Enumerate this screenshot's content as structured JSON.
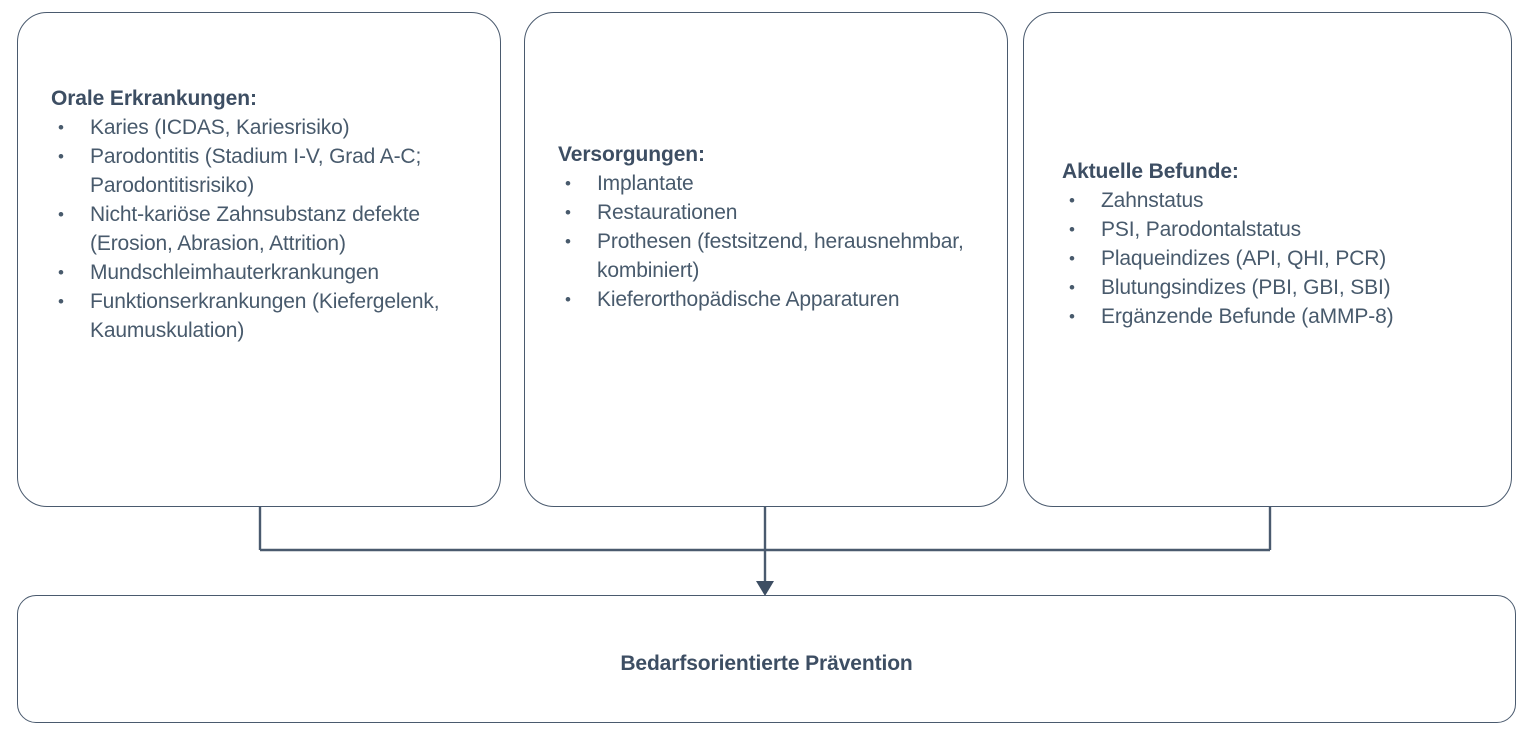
{
  "diagram": {
    "title_implicit": "Bedarfsorientierte Prävention Flussdiagramm",
    "accent_color": "#4a5a6e",
    "text_color": "#485a6c",
    "heading_color": "#3d4e63",
    "background_color": "#ffffff"
  },
  "boxes": [
    {
      "id": "oral-diseases",
      "title": "Orale Erkrankungen:",
      "items": [
        "Karies (ICDAS, Kariesrisiko)",
        "Parodontitis (Stadium I-V, Grad A-C; Parodontitisrisiko)",
        "Nicht-kariöse Zahnsubstanz defekte (Erosion, Abrasion, Attrition)",
        "Mundschleimhauterkrankungen",
        "Funktionserkrankungen (Kiefergelenk, Kaumuskulation)"
      ]
    },
    {
      "id": "treatments",
      "title": "Versorgungen:",
      "items": [
        "Implantate",
        "Restaurationen",
        "Prothesen (festsitzend, herausnehmbar, kombiniert)",
        "Kieferorthopädische Apparaturen"
      ]
    },
    {
      "id": "findings",
      "title": "Aktuelle Befunde:",
      "items": [
        "Zahnstatus",
        "PSI, Parodontalstatus",
        "Plaqueindizes (API, QHI, PCR)",
        "Blutungsindizes (PBI, GBI, SBI)",
        "Ergänzende Befunde (aMMP-8)"
      ]
    }
  ],
  "outcome": {
    "label": "Bedarfsorientierte Prävention"
  },
  "bullet_glyph": "•"
}
